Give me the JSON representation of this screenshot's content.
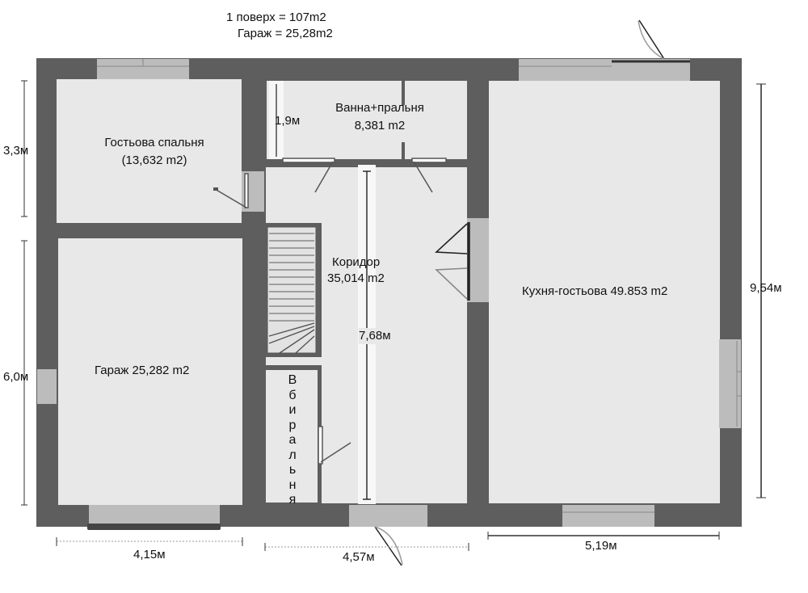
{
  "summary": {
    "floor1": "1 поверх = 107m2",
    "garage": "Гараж = 25,28m2"
  },
  "rooms": {
    "guest_bedroom_name": "Гостьова спальня",
    "guest_bedroom_area": "(13,632 m2)",
    "bath_name": "Ванна+пральня",
    "bath_area": "8,381 m2",
    "corridor_name": "Коридор",
    "corridor_area": "35,014 m2",
    "kitchen": "Кухня-гостьова 49.853 m2",
    "garage": "Гараж 25,282 m2",
    "pantry_letters": [
      "В",
      "б",
      "и",
      "р",
      "а",
      "л",
      "ь",
      "н",
      "я"
    ]
  },
  "dimensions": {
    "left_top": "3,3м",
    "left_bottom": "6,0м",
    "right": "9,54м",
    "bath_width": "1,9м",
    "corridor_len": "7,68м",
    "bottom_left": "4,15м",
    "bottom_mid": "4,57м",
    "bottom_right": "5,19м"
  },
  "colors": {
    "wall": "#5e5e5e",
    "floor": "#e8e8e8",
    "window": "#bcbcbc",
    "door": "#ffffff"
  }
}
